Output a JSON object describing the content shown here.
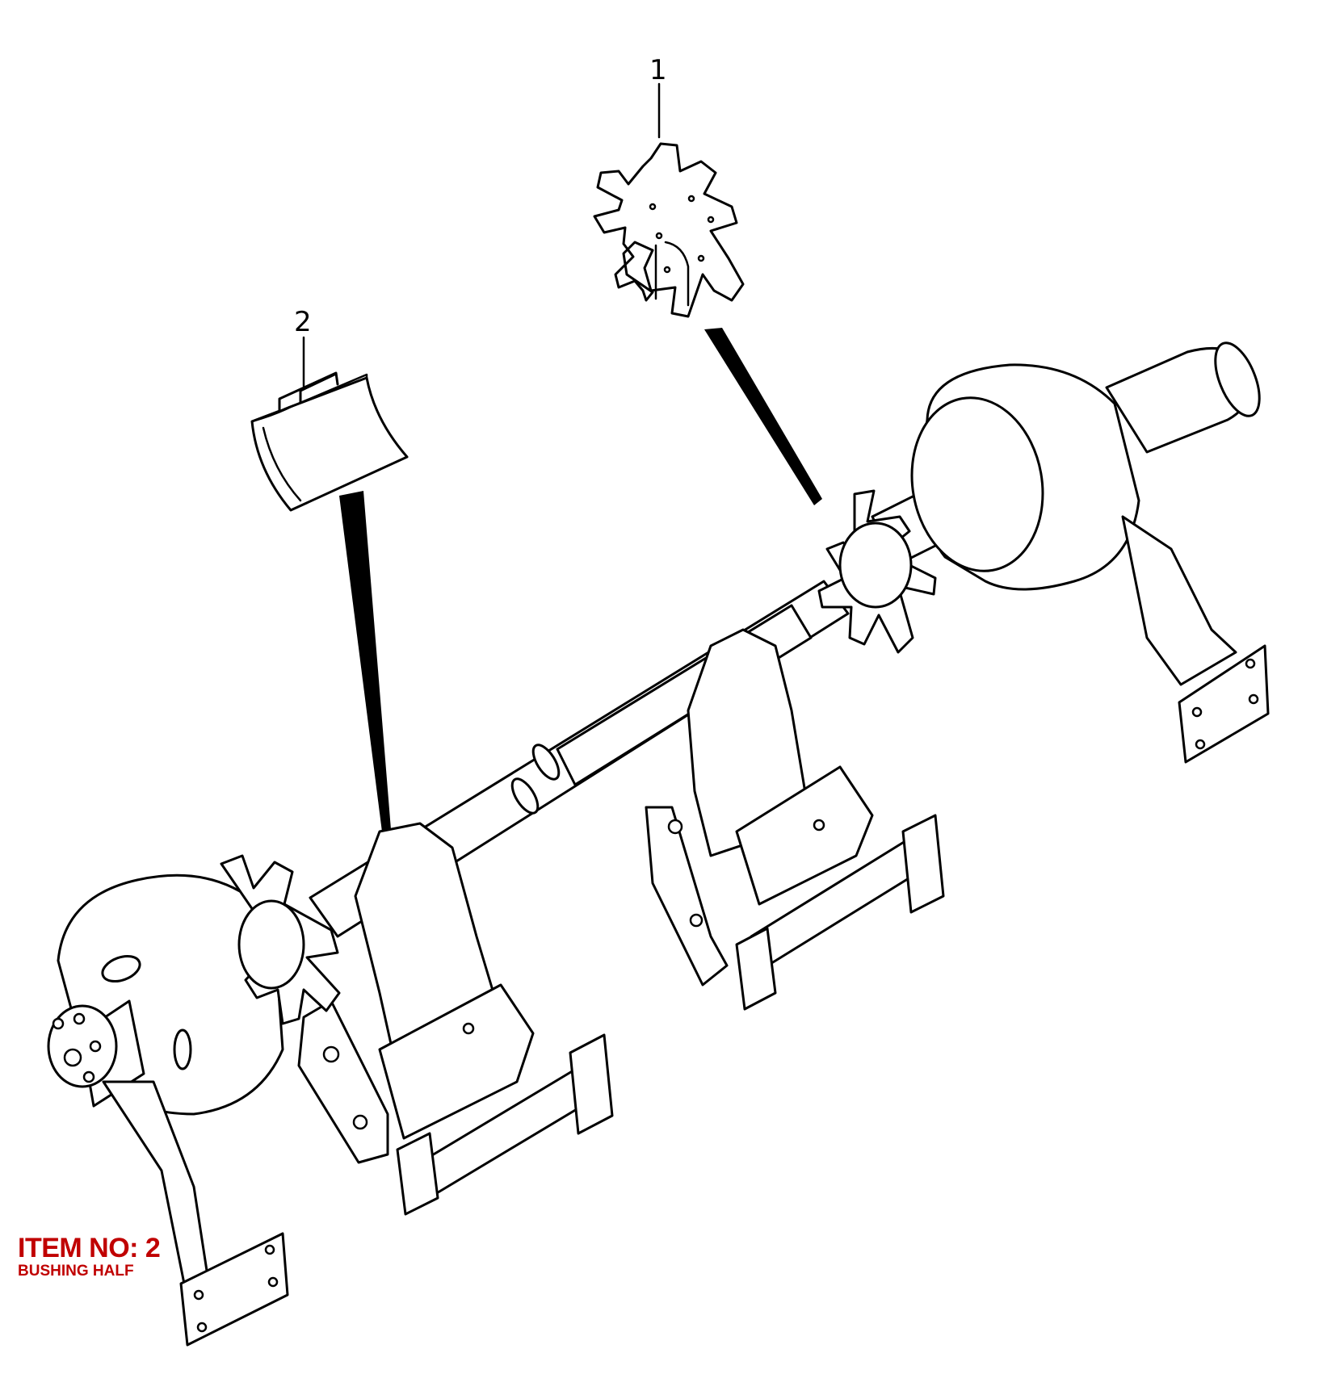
{
  "callouts": {
    "part_1": "1",
    "part_2": "2"
  },
  "item_label": {
    "title": "ITEM NO: 2",
    "subtitle": "BUSHING HALF",
    "color": "#c00000"
  }
}
